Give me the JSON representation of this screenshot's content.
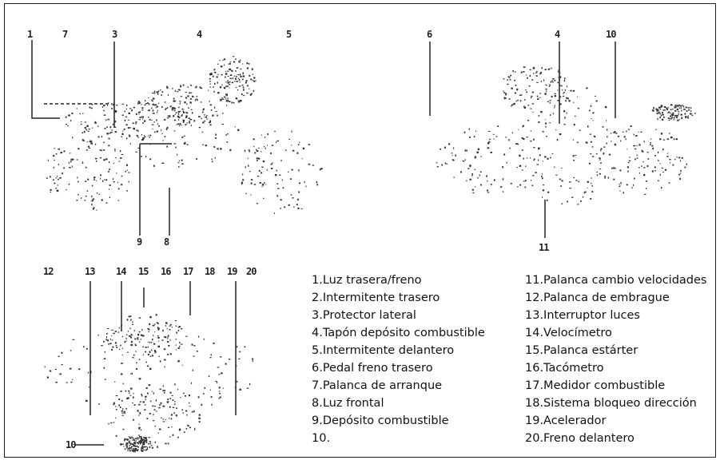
{
  "callouts": {
    "side": [
      "1",
      "7",
      "3",
      "4",
      "5",
      "9",
      "8"
    ],
    "front": [
      "6",
      "4",
      "10",
      "11"
    ],
    "top": [
      "12",
      "13",
      "14",
      "15",
      "16",
      "17",
      "18",
      "19",
      "20",
      "10"
    ]
  },
  "legend": {
    "left": [
      "1.Luz trasera/freno",
      "2.Intermitente trasero",
      "3.Protector lateral",
      "4.Tapón depósito combustible",
      "5.Intermitente delantero",
      "6.Pedal freno trasero",
      "7.Palanca de arranque",
      "8.Luz frontal",
      "9.Depósito combustible",
      "10."
    ],
    "right": [
      "11.Palanca cambio velocidades",
      "12.Palanca de embrague",
      "13.Interruptor luces",
      "14.Velocímetro",
      "15.Palanca estárter",
      "16.Tacómetro",
      "17.Medidor combustible",
      "18.Sistema bloqueo dirección",
      "19.Acelerador",
      "20.Freno delantero"
    ]
  }
}
